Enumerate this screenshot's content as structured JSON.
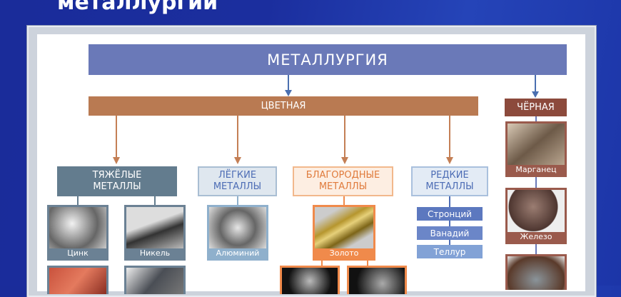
{
  "slide_title": "металлургии",
  "diagram": {
    "root": "МЕТАЛЛУРГИЯ",
    "nonferrous": "ЦВЕТНАЯ",
    "ferrous": "ЧЁРНАЯ",
    "categories": [
      {
        "line1": "ТЯЖЁЛЫЕ",
        "line2": "МЕТАЛЛЫ"
      },
      {
        "line1": "ЛЁГКИЕ",
        "line2": "МЕТАЛЛЫ"
      },
      {
        "line1": "БЛАГОРОДНЫЕ",
        "line2": "МЕТАЛЛЫ"
      },
      {
        "line1": "РЕДКИЕ",
        "line2": "МЕТАЛЛЫ"
      }
    ],
    "heavy": [
      "Цинк",
      "Никель"
    ],
    "light": [
      "Алюминий"
    ],
    "noble": [
      "Золото"
    ],
    "rare": [
      "Стронций",
      "Ванадий",
      "Теллур"
    ],
    "ferrous_items": [
      "Марганец",
      "Железо"
    ]
  },
  "colors": {
    "root": "#6a79b8",
    "nonferrous": "#b97a52",
    "ferrous": "#8c4a3c"
  }
}
